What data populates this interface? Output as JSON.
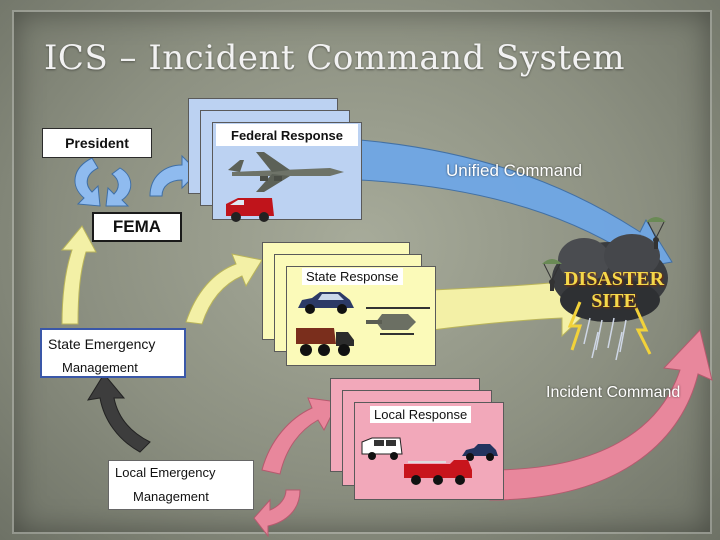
{
  "title": "ICS – Incident Command System",
  "labels": {
    "president": "President",
    "federal_response": "Federal Response",
    "unified_command": "Unified Command",
    "fema": "FEMA",
    "state_response": "State Response",
    "disaster_site": "DISASTER SITE",
    "state_emergency_management_line1": "State Emergency",
    "state_emergency_management_line2": "Management",
    "incident_command": "Incident Command",
    "local_response": "Local Response",
    "local_emergency_management_line1": "Local Emergency",
    "local_emergency_management_line2": "Management"
  },
  "colors": {
    "federal_card": "#bcd2f2",
    "state_card": "#fbfab9",
    "local_card": "#f2a8ba",
    "federal_arrow": "#6fa7e6",
    "state_arrow": "#f3f0a6",
    "local_arrow": "#e8879c",
    "return_arrow": "#3d3d3d",
    "disaster_text": "#f5d84a"
  },
  "icons": [
    "cargo-plane-icon",
    "van-icon",
    "car-icon",
    "helicopter-icon",
    "dump-truck-icon",
    "fire-truck-icon",
    "suv-icon",
    "storm-cloud-icon",
    "parachutist-icon"
  ]
}
